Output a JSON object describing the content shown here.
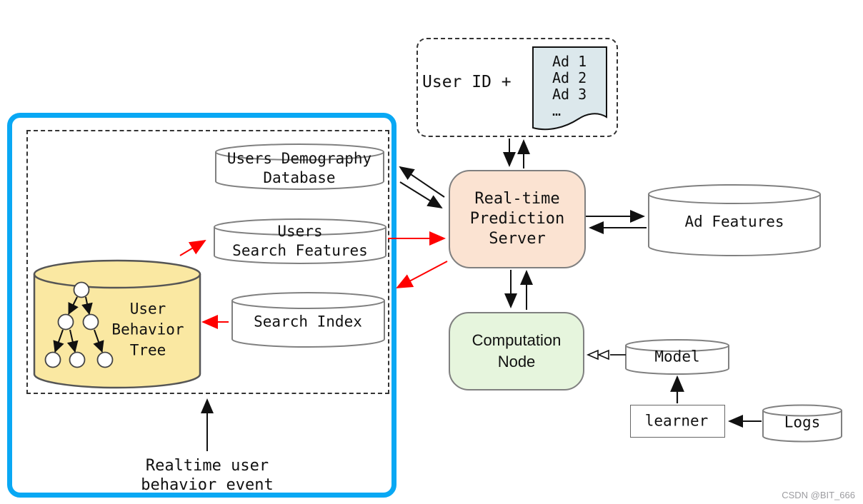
{
  "left_panel": {
    "demography_db": {
      "line1": "Users Demography",
      "line2": "Database"
    },
    "users_search_features_db": {
      "line1": "Users",
      "line2": "Search Features"
    },
    "search_index_db": {
      "label": "Search Index"
    },
    "user_behavior_tree_db": {
      "line1": "User",
      "line2": "Behavior",
      "line3": "Tree"
    },
    "event_label": {
      "line1": "Realtime user",
      "line2": "behavior event"
    }
  },
  "request_box": {
    "user_id_label": "User ID +",
    "ad_lines": [
      "Ad 1",
      "Ad 2",
      "Ad 3",
      "…"
    ]
  },
  "prediction_server": {
    "line1": "Real-time",
    "line2": "Prediction",
    "line3": "Server"
  },
  "ad_features_db": {
    "label": "Ad Features"
  },
  "computation_node": {
    "line1": "Computation",
    "line2": "Node"
  },
  "model_db": {
    "label": "Model"
  },
  "learner": {
    "label": "learner"
  },
  "logs_db": {
    "label": "Logs"
  },
  "watermark": "CSDN @BIT_666",
  "colors": {
    "panel_border": "#09A8F4",
    "server_fill": "#FBE3D2",
    "computation_fill": "#E6F5DD",
    "behavior_tree_fill": "#FAE8A2",
    "document_fill": "#DCE8EC",
    "arrow_red": "#FF0000",
    "arrow_black": "#111111"
  }
}
